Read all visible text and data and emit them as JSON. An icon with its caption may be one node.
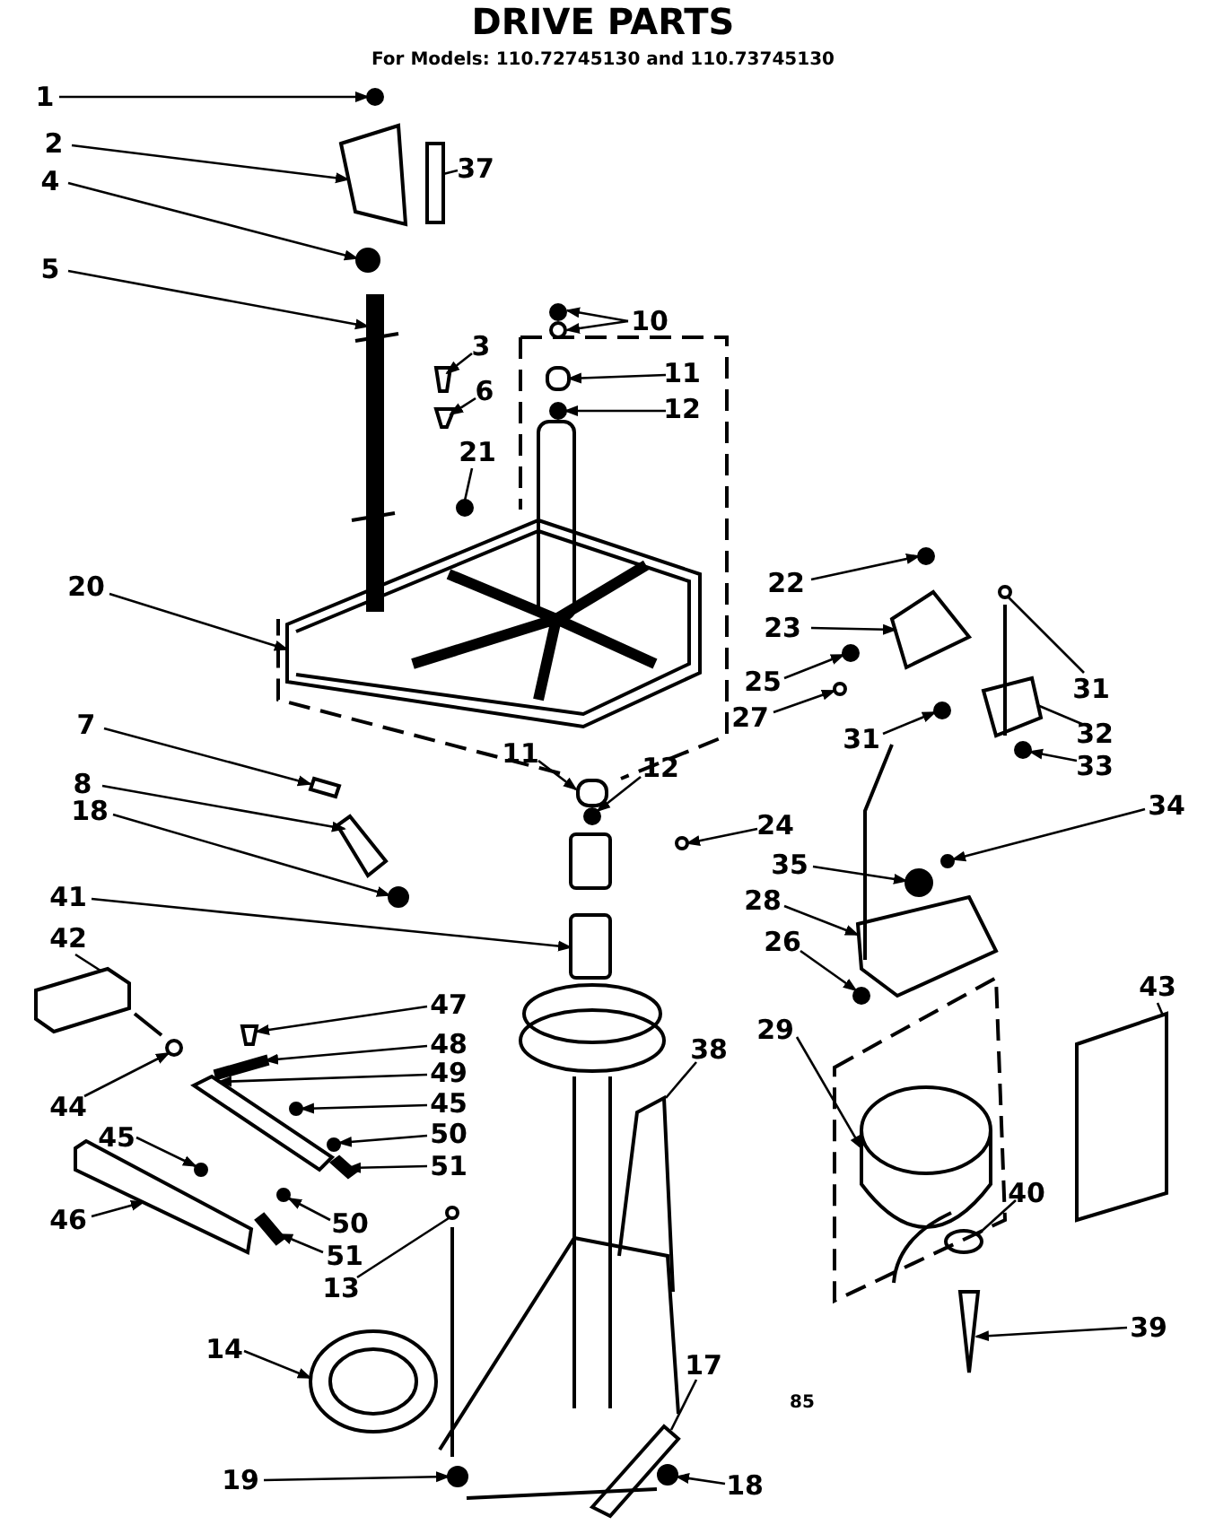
{
  "diagram": {
    "title": "DRIVE PARTS",
    "caption": "For Models: 110.72745130 and 110.73745130",
    "nodes": [
      {
        "text": [
          "1"
        ]
      },
      {
        "text": [
          "2"
        ]
      },
      {
        "text": [
          "4"
        ]
      },
      {
        "text": [
          "37"
        ]
      },
      {
        "text": [
          "5"
        ]
      },
      {
        "text": [
          "10"
        ]
      },
      {
        "text": [
          "3"
        ]
      },
      {
        "text": [
          "11"
        ]
      },
      {
        "text": [
          "6"
        ]
      },
      {
        "text": [
          "12"
        ]
      },
      {
        "text": [
          "21"
        ]
      },
      {
        "text": [
          "20"
        ]
      },
      {
        "text": [
          "22"
        ]
      },
      {
        "text": [
          "23"
        ]
      },
      {
        "text": [
          "25"
        ]
      },
      {
        "text": [
          "31"
        ]
      },
      {
        "text": [
          "27"
        ]
      },
      {
        "text": [
          "31"
        ]
      },
      {
        "text": [
          "32"
        ]
      },
      {
        "text": [
          "7"
        ]
      },
      {
        "text": [
          "11"
        ]
      },
      {
        "text": [
          "12"
        ]
      },
      {
        "text": [
          "33"
        ]
      },
      {
        "text": [
          "8"
        ]
      },
      {
        "text": [
          "24"
        ]
      },
      {
        "text": [
          "18"
        ]
      },
      {
        "text": [
          "34"
        ]
      },
      {
        "text": [
          "35"
        ]
      },
      {
        "text": [
          "41"
        ]
      },
      {
        "text": [
          "28"
        ]
      },
      {
        "text": [
          "42"
        ]
      },
      {
        "text": [
          "26"
        ]
      },
      {
        "text": [
          "43"
        ]
      },
      {
        "text": [
          "29"
        ]
      },
      {
        "text": [
          "47"
        ]
      },
      {
        "text": [
          "48"
        ]
      },
      {
        "text": [
          "44"
        ]
      },
      {
        "text": [
          "49"
        ]
      },
      {
        "text": [
          "45"
        ]
      },
      {
        "text": [
          "38"
        ]
      },
      {
        "text": [
          "45"
        ]
      },
      {
        "text": [
          "50"
        ]
      },
      {
        "text": [
          "40"
        ]
      },
      {
        "text": [
          "51"
        ]
      },
      {
        "text": [
          "46"
        ]
      },
      {
        "text": [
          "50"
        ]
      },
      {
        "text": [
          "51"
        ]
      },
      {
        "text": [
          "13"
        ]
      },
      {
        "text": [
          "14"
        ]
      },
      {
        "text": [
          "17"
        ]
      },
      {
        "text": [
          "39"
        ]
      },
      {
        "text": [
          "19"
        ]
      },
      {
        "text": [
          "18"
        ]
      },
      {
        "text": [],
        "shape": "circle"
      },
      {
        "text": [],
        "shape": "picture"
      },
      {
        "text": [],
        "shape": "circle"
      },
      {
        "text": [],
        "shape": "box"
      },
      {
        "text": [],
        "shape": "bar"
      },
      {
        "text": [],
        "shape": "circle"
      },
      {
        "text": [],
        "shape": "circle"
      },
      {
        "text": [],
        "shape": "picture"
      },
      {
        "text": [],
        "shape": "box"
      },
      {
        "text": [],
        "shape": "picture"
      },
      {
        "text": [],
        "shape": "circle"
      },
      {
        "text": [],
        "shape": "circle"
      },
      {
        "text": [],
        "shape": "picture"
      },
      {
        "text": [],
        "shape": "circle"
      },
      {
        "text": [],
        "shape": "picture"
      },
      {
        "text": [],
        "shape": "circle"
      },
      {
        "text": [],
        "shape": "circle"
      },
      {
        "text": [],
        "shape": "circle"
      },
      {
        "text": [],
        "shape": "circle"
      },
      {
        "text": [],
        "shape": "picture"
      },
      {
        "text": [],
        "shape": "picture"
      },
      {
        "text": [],
        "shape": "box"
      },
      {
        "text": [],
        "shape": "circle"
      },
      {
        "text": [],
        "shape": "circle"
      },
      {
        "text": [],
        "shape": "picture"
      },
      {
        "text": [],
        "shape": "circle"
      },
      {
        "text": [],
        "shape": "circle"
      },
      {
        "text": [],
        "shape": "circle"
      },
      {
        "text": [],
        "shape": "circle"
      },
      {
        "text": [],
        "shape": "box"
      },
      {
        "text": [],
        "shape": "picture"
      },
      {
        "text": [],
        "shape": "picture"
      },
      {
        "text": [],
        "shape": "circle"
      },
      {
        "text": [],
        "shape": "box"
      },
      {
        "text": [],
        "shape": "cylinder"
      },
      {
        "text": [],
        "shape": "picture"
      },
      {
        "text": [],
        "shape": "bar"
      },
      {
        "text": [],
        "shape": "circle"
      },
      {
        "text": [],
        "shape": "picture"
      },
      {
        "text": [],
        "shape": "circle"
      },
      {
        "text": [],
        "shape": "picture"
      },
      {
        "text": [],
        "shape": "circle"
      },
      {
        "text": [],
        "shape": "circle"
      },
      {
        "text": [],
        "shape": "circle"
      },
      {
        "text": [],
        "shape": "bar"
      },
      {
        "text": [],
        "shape": "picture"
      },
      {
        "text": [],
        "shape": "circle"
      },
      {
        "text": [],
        "shape": "bar"
      },
      {
        "text": [],
        "shape": "circle"
      },
      {
        "text": [],
        "shape": "circle"
      },
      {
        "text": [],
        "shape": "picture"
      },
      {
        "text": [],
        "shape": "picture"
      },
      {
        "text": [],
        "shape": "circle"
      },
      {
        "text": [],
        "shape": "circle"
      }
    ],
    "edges": [
      {
        "from": 0,
        "to": 53,
        "arrow": "to"
      },
      {
        "from": 1,
        "to": 54,
        "arrow": "to"
      },
      {
        "from": 2,
        "to": 55,
        "arrow": "to"
      },
      {
        "from": 3,
        "to": 56,
        "arrow": "none"
      },
      {
        "from": 4,
        "to": 57,
        "arrow": "to"
      },
      {
        "from": 5,
        "to": 58,
        "arrow": "to"
      },
      {
        "from": 5,
        "to": 59,
        "arrow": "to"
      },
      {
        "from": 6,
        "to": 60,
        "arrow": "to"
      },
      {
        "from": 7,
        "to": 61,
        "arrow": "to"
      },
      {
        "from": 8,
        "to": 62,
        "arrow": "to"
      },
      {
        "from": 9,
        "to": 63,
        "arrow": "to"
      },
      {
        "from": 10,
        "to": 64,
        "arrow": "none"
      },
      {
        "from": 11,
        "to": 65,
        "arrow": "to"
      },
      {
        "from": 12,
        "to": 66,
        "arrow": "to"
      },
      {
        "from": 13,
        "to": 67,
        "arrow": "to"
      },
      {
        "from": 14,
        "to": 68,
        "arrow": "to"
      },
      {
        "from": 15,
        "to": 69,
        "arrow": "none"
      },
      {
        "from": 16,
        "to": 70,
        "arrow": "to"
      },
      {
        "from": 17,
        "to": 71,
        "arrow": "to"
      },
      {
        "from": 18,
        "to": 72,
        "arrow": "none"
      },
      {
        "from": 19,
        "to": 73,
        "arrow": "to"
      },
      {
        "from": 20,
        "to": 74,
        "arrow": "to"
      },
      {
        "from": 21,
        "to": 75,
        "arrow": "to"
      },
      {
        "from": 22,
        "to": 76,
        "arrow": "to"
      },
      {
        "from": 23,
        "to": 77,
        "arrow": "to"
      },
      {
        "from": 24,
        "to": 78,
        "arrow": "to"
      },
      {
        "from": 25,
        "to": 79,
        "arrow": "to"
      },
      {
        "from": 26,
        "to": 80,
        "arrow": "to"
      },
      {
        "from": 27,
        "to": 81,
        "arrow": "to"
      },
      {
        "from": 28,
        "to": 82,
        "arrow": "to"
      },
      {
        "from": 29,
        "to": 83,
        "arrow": "to"
      },
      {
        "from": 30,
        "to": 84,
        "arrow": "none"
      },
      {
        "from": 31,
        "to": 85,
        "arrow": "to"
      },
      {
        "from": 32,
        "to": 86,
        "arrow": "none"
      },
      {
        "from": 33,
        "to": 87,
        "arrow": "to"
      },
      {
        "from": 34,
        "to": 88,
        "arrow": "to"
      },
      {
        "from": 35,
        "to": 89,
        "arrow": "to"
      },
      {
        "from": 36,
        "to": 90,
        "arrow": "to"
      },
      {
        "from": 37,
        "to": 91,
        "arrow": "to"
      },
      {
        "from": 38,
        "to": 92,
        "arrow": "to"
      },
      {
        "from": 39,
        "to": 93,
        "arrow": "none"
      },
      {
        "from": 40,
        "to": 94,
        "arrow": "to"
      },
      {
        "from": 41,
        "to": 95,
        "arrow": "to"
      },
      {
        "from": 42,
        "to": 96,
        "arrow": "none"
      },
      {
        "from": 43,
        "to": 97,
        "arrow": "to"
      },
      {
        "from": 44,
        "to": 98,
        "arrow": "to"
      },
      {
        "from": 45,
        "to": 99,
        "arrow": "to"
      },
      {
        "from": 46,
        "to": 100,
        "arrow": "to"
      },
      {
        "from": 47,
        "to": 101,
        "arrow": "none"
      },
      {
        "from": 48,
        "to": 102,
        "arrow": "to"
      },
      {
        "from": 49,
        "to": 103,
        "arrow": "none"
      },
      {
        "from": 50,
        "to": 104,
        "arrow": "to"
      },
      {
        "from": 51,
        "to": 105,
        "arrow": "to"
      },
      {
        "from": 52,
        "to": 106,
        "arrow": "to"
      }
    ],
    "labels": [
      "85"
    ]
  }
}
